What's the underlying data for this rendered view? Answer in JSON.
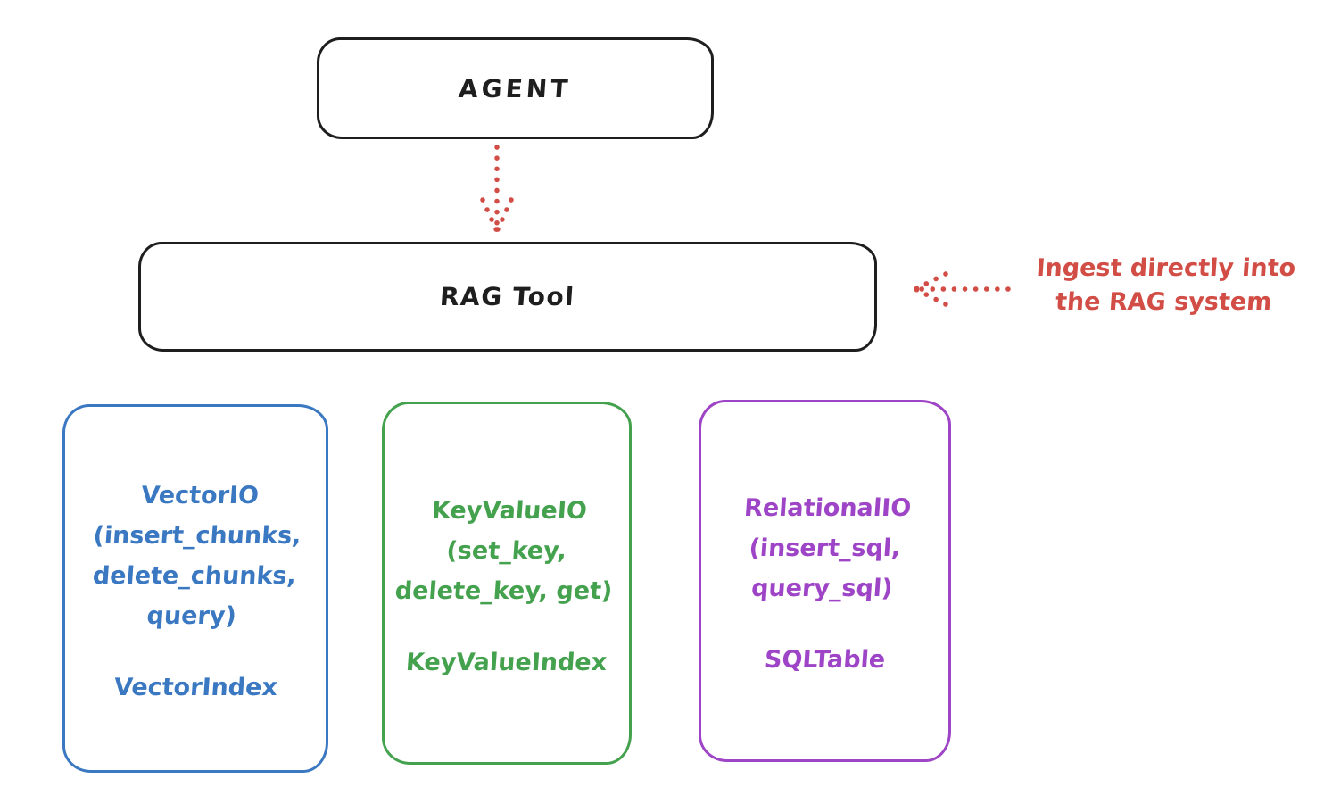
{
  "diagram": {
    "agent": {
      "label": "AGENT"
    },
    "rag_tool": {
      "label": "RAG Tool"
    },
    "annotation": {
      "text": "Ingest directly into\nthe RAG system"
    },
    "backends": [
      {
        "id": "vector-io",
        "accent_color": "#3b78c2",
        "functions": "VectorIO\n(insert_chunks,\ndelete_chunks,\nquery)",
        "index": "VectorIndex"
      },
      {
        "id": "keyvalue-io",
        "accent_color": "#44a24e",
        "functions": "KeyValueIO\n(set_key,\ndelete_key, get)",
        "index": "KeyValueIndex"
      },
      {
        "id": "relational-io",
        "accent_color": "#9e44c6",
        "functions": "RelationalIO\n(insert_sql,\nquery_sql)",
        "index": "SQLTable"
      }
    ],
    "colors": {
      "node_border": "#1e1e1e",
      "arrow_and_annotation": "#d14d45"
    }
  }
}
